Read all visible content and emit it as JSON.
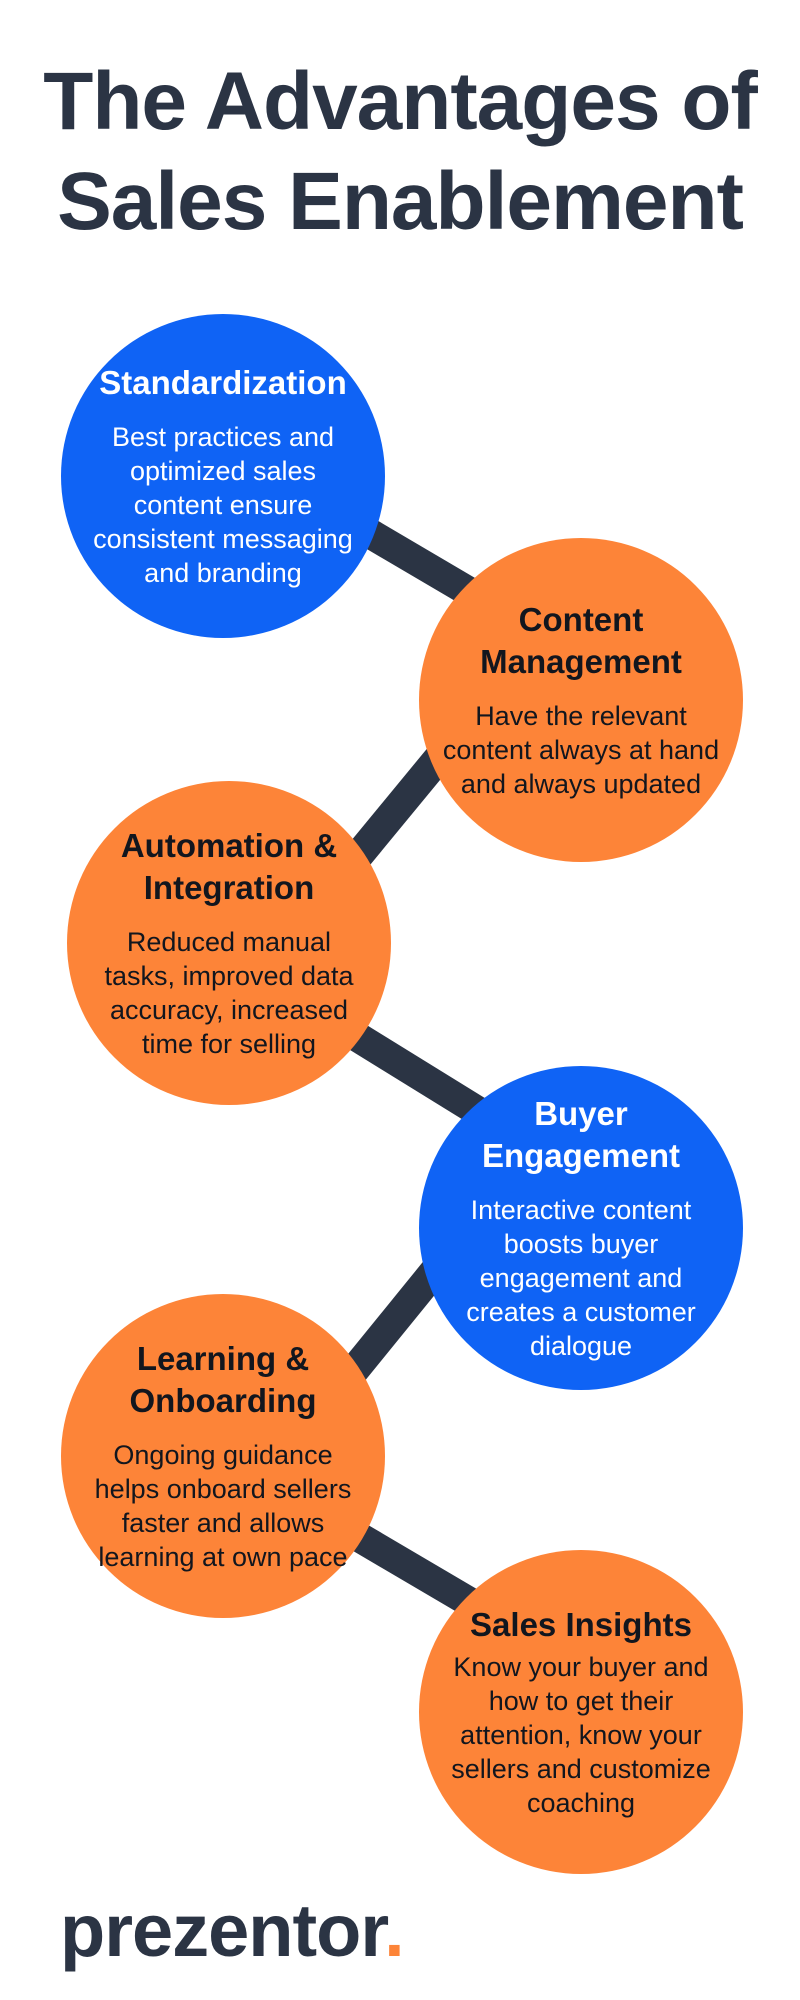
{
  "title": {
    "line1": "The Advantages of",
    "line2": "Sales Enablement"
  },
  "colors": {
    "blue": "#0f63f5",
    "orange": "#fd8438",
    "dark": "#2b3444"
  },
  "items": [
    {
      "heading": "Standardization",
      "body": "Best practices and optimized sales content ensure consistent messaging and branding",
      "color": "blue"
    },
    {
      "heading": "Content Management",
      "body": "Have the relevant content always at hand and always updated",
      "color": "orange"
    },
    {
      "heading": "Automation & Integration",
      "body": "Reduced manual tasks, improved data accuracy, increased time for selling",
      "color": "orange"
    },
    {
      "heading": "Buyer Engagement",
      "body": "Interactive content boosts buyer engagement and creates a customer dialogue",
      "color": "blue"
    },
    {
      "heading": "Learning  & Onboarding",
      "body": "Ongoing guidance helps onboard sellers faster and allows learning at own pace",
      "color": "orange"
    },
    {
      "heading": "Sales Insights",
      "body": "Know your buyer and how to get their attention, know your sellers and customize coaching",
      "color": "orange"
    }
  ],
  "logo": {
    "text": "prezentor",
    "dot": "."
  }
}
